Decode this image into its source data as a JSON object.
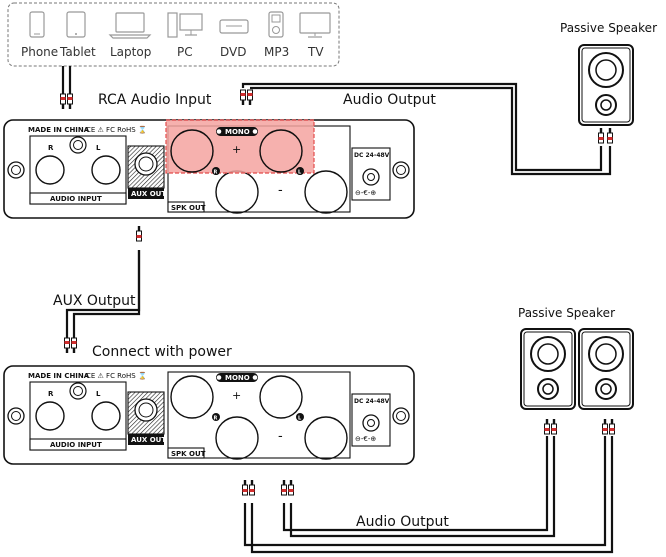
{
  "devices": [
    "Phone",
    "Tablet",
    "Laptop",
    "PC",
    "DVD",
    "MP3",
    "TV"
  ],
  "labels": {
    "rca_input": "RCA Audio Input",
    "audio_output_top": "Audio Output",
    "passive_speaker_top": "Passive Speaker",
    "aux_output": "AUX Output",
    "connect_power": "Connect with power",
    "passive_speaker_bottom": "Passive Speaker",
    "audio_output_bottom": "Audio Output"
  },
  "panel": {
    "made_in_china": "MADE IN CHINA",
    "certs": "CE ⚠ FC RoHS ⌛",
    "r": "R",
    "l": "L",
    "audio_input": "AUDIO INPUT",
    "aux_out": "AUX OUT",
    "mono": "MONO",
    "plus": "+",
    "minus": "-",
    "spk_out": "SPK OUT",
    "dc": "DC 24-48V",
    "polarity": "⊖-€-⊕",
    "r_badge": "R",
    "l_badge": "L"
  },
  "colors": {
    "highlight_fill": "#f4a3a0",
    "highlight_stroke": "#e24b4b",
    "cable": "#111111",
    "rca_red": "#d32f2f"
  }
}
